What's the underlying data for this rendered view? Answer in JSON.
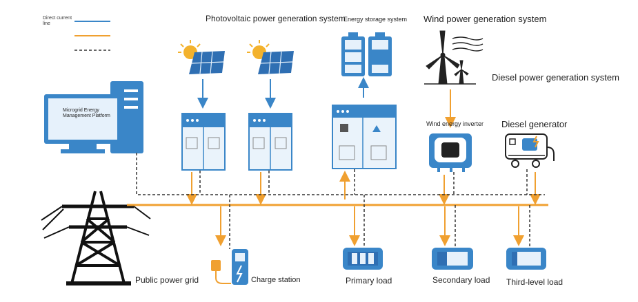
{
  "legend": {
    "items": [
      {
        "label": "Direct current line",
        "color": "#3a86c8",
        "style": "solid"
      },
      {
        "label": "",
        "color": "#f0a030",
        "style": "solid"
      },
      {
        "label": "",
        "color": "#333333",
        "style": "dashed"
      }
    ]
  },
  "systems": {
    "photovoltaic": "Photovoltaic power generation system",
    "energy_storage": "Energy storage system",
    "wind": "Wind power generation system",
    "diesel": "Diesel power generation system"
  },
  "devices": {
    "management_platform": "Microgrid Energy Management Platform",
    "wind_inverter": "Wind energy inverter",
    "diesel_generator": "Diesel generator"
  },
  "loads": {
    "public_grid": "Public power grid",
    "charge_station": "Charge station",
    "primary": "Primary load",
    "secondary": "Secondary load",
    "third": "Third-level load"
  },
  "colors": {
    "blue": "#3a86c8",
    "light_blue": "#e6f1fb",
    "orange": "#f0a030",
    "dark": "#222222"
  },
  "icons": [
    "solar-panel-icon",
    "battery-icon",
    "wind-turbine-icon",
    "computer-icon",
    "transmission-tower-icon",
    "inverter-icon",
    "generator-icon",
    "ev-charger-icon",
    "load-icon"
  ]
}
